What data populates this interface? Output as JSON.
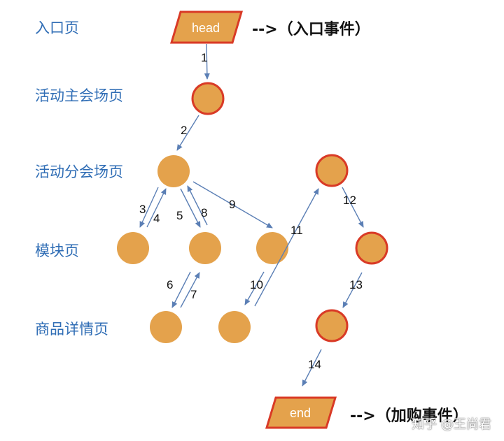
{
  "levels": [
    "入口页",
    "活动主会场页",
    "活动分会场页",
    "模块页",
    "商品详情页"
  ],
  "head_label": "head",
  "end_label": "end",
  "head_annotation": "-->（入口事件）",
  "end_annotation": "-->（加购事件）",
  "edge_labels": [
    "1",
    "2",
    "3",
    "4",
    "5",
    "6",
    "7",
    "8",
    "9",
    "10",
    "11",
    "12",
    "13",
    "14"
  ],
  "watermark": "知乎 @王尚君",
  "colors": {
    "node_fill": "#e4a24c",
    "highlight_stroke": "#d93a26",
    "arrow": "#5b7fb5",
    "level_text": "#2f6db5"
  }
}
